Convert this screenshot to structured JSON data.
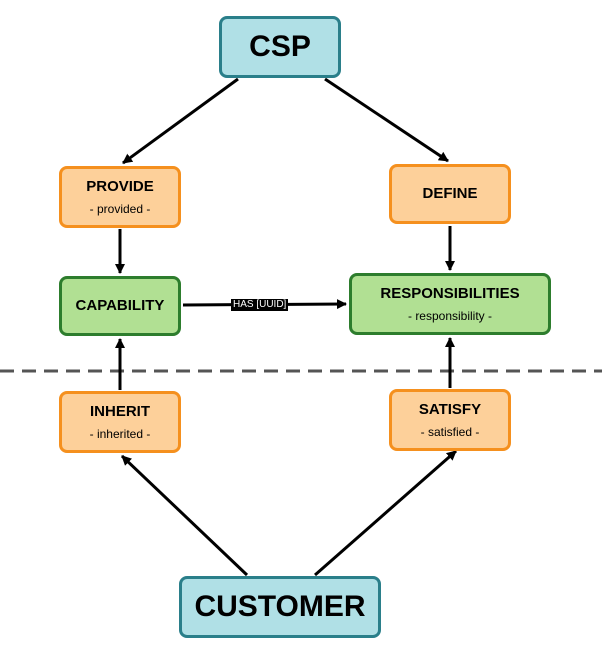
{
  "diagram": {
    "nodes": {
      "csp": {
        "title": "CSP",
        "color": "#b0e0e6",
        "border": "#2a7f8a"
      },
      "provide": {
        "title": "PROVIDE",
        "sub": "- provided -",
        "color": "#fdd09a",
        "border": "#f5901e"
      },
      "define": {
        "title": "DEFINE",
        "color": "#fdd09a",
        "border": "#f5901e"
      },
      "capability": {
        "title": "CAPABILITY",
        "color": "#b1e093",
        "border": "#2d7d2d"
      },
      "responsibilities": {
        "title": "RESPONSIBILITIES",
        "sub": "- responsibility -",
        "color": "#b1e093",
        "border": "#2d7d2d"
      },
      "inherit": {
        "title": "INHERIT",
        "sub": "- inherited -",
        "color": "#fdd09a",
        "border": "#f5901e"
      },
      "satisfy": {
        "title": "SATISFY",
        "sub": "- satisfied -",
        "color": "#fdd09a",
        "border": "#f5901e"
      },
      "customer": {
        "title": "CUSTOMER",
        "color": "#b0e0e6",
        "border": "#2a7f8a"
      }
    },
    "edges": [
      {
        "from": "csp",
        "to": "provide"
      },
      {
        "from": "csp",
        "to": "define"
      },
      {
        "from": "provide",
        "to": "capability"
      },
      {
        "from": "define",
        "to": "responsibilities"
      },
      {
        "from": "capability",
        "to": "responsibilities",
        "label": "HAS [UUID]"
      },
      {
        "from": "inherit",
        "to": "capability"
      },
      {
        "from": "satisfy",
        "to": "responsibilities"
      },
      {
        "from": "customer",
        "to": "inherit"
      },
      {
        "from": "customer",
        "to": "satisfy"
      }
    ],
    "divider": {
      "style": "dashed",
      "color": "#555555"
    }
  }
}
